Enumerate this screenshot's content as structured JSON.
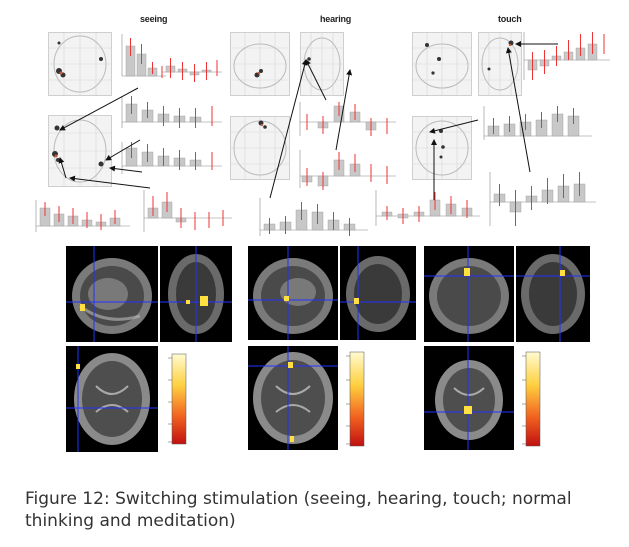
{
  "panels": [
    {
      "title": "seeing"
    },
    {
      "title": "hearing"
    },
    {
      "title": "touch"
    }
  ],
  "caption": "Figure 12: Switching stimulation (seeing, hearing, touch; normal thinking and meditation)"
}
